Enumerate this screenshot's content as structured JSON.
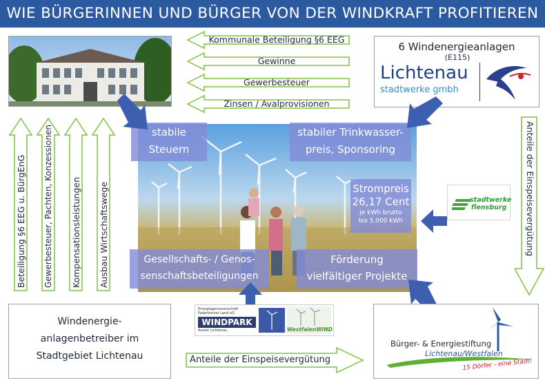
{
  "header": {
    "title": "WIE BÜRGERINNEN UND BÜRGER VON DER WINDKRAFT PROFITIEREN"
  },
  "flows_left": [
    "Kommunale Beteiligung §6 EEG",
    "Gewinne",
    "Gewerbesteuer",
    "Zinsen / Avalprovisionen"
  ],
  "vertical_flows": [
    "Beteiligung §6 EEG u. BürgEnG",
    "Gewerbesteuer, Pachten, Konzessionen",
    "Kompensationsleistungen",
    "Ausbau Wirtschaftswege"
  ],
  "right_flow": "Anteile der Einspeisevergütung",
  "bottom_flow": "Anteile der Einspeisevergütung",
  "overlays": {
    "steuern": [
      "stabile",
      "Steuern"
    ],
    "trinkwasser": [
      "stabiler Trinkwasser-",
      "preis, Sponsoring"
    ],
    "strompreis": {
      "title": "Strompreis",
      "value": "26,17 Cent",
      "note1": "je kWh brutto",
      "note2": "bis 5.000 kWh"
    },
    "gesellschaft": [
      "Gesellschafts- / Genos-",
      "senschaftsbeteiligungen"
    ],
    "foerderung": [
      "Förderung",
      "vielfältiger Projekte"
    ]
  },
  "windenergie_box": {
    "title": "6 Windenergieanlagen",
    "subtitle": "(E115)",
    "brand": "Lichtenau",
    "brand_sub": "stadtwerke gmbh"
  },
  "flensburg_logo": {
    "line1": "stadtwerke",
    "line2": "flensburg"
  },
  "operator_box": [
    "Windenergie-",
    "anlagenbetreiber im",
    "Stadtgebiet Lichtenau"
  ],
  "stiftung": {
    "title": "Bürger- & Energiestiftung",
    "subtitle": "Lichtenau/Westfalen",
    "tagline": "15 Dörfer - eine Stadt!"
  },
  "partner_logos": {
    "windpark_small": "Energiegenossenschaft Paderborner Land eG",
    "windpark_big": "WINDPARK",
    "windpark_sub": "Asseln Lichtenau",
    "westfalen": "WestfalenWIND"
  },
  "colors": {
    "header": "#2c5aa0",
    "green_arrow": "#7dc142",
    "blue_arrow": "#3d5fb0",
    "overlay": "#828cd7"
  }
}
